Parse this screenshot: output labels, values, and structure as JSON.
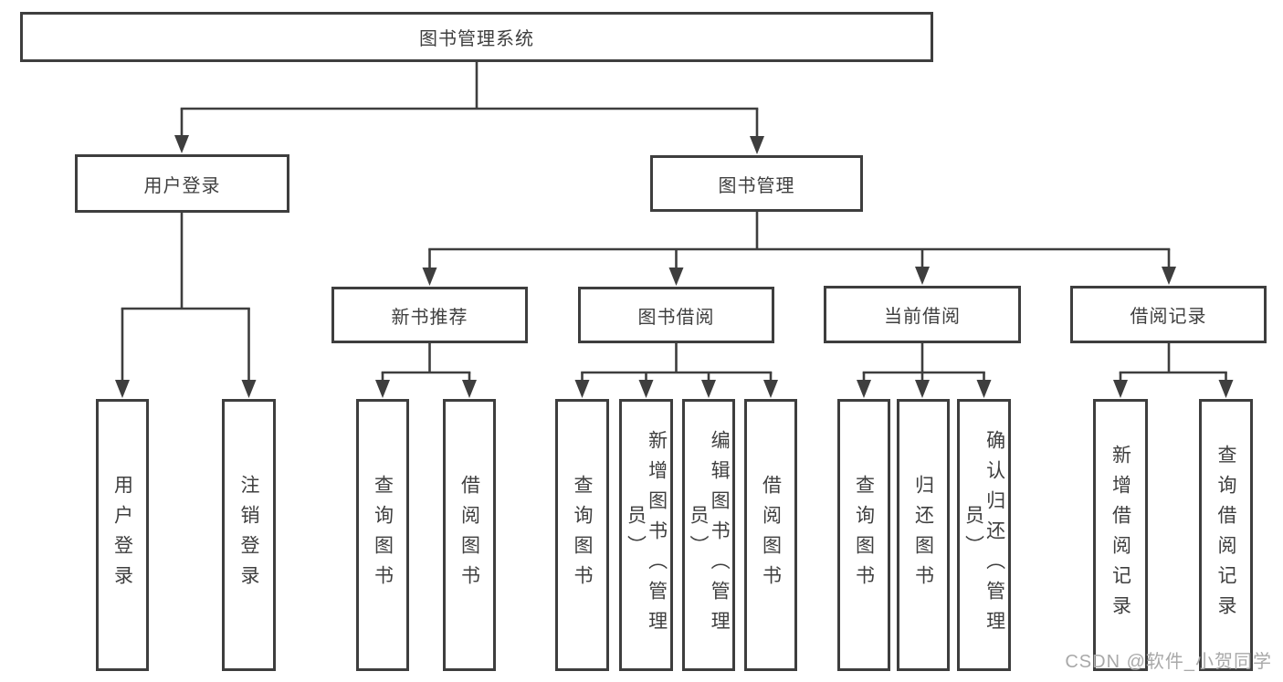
{
  "diagram": {
    "root": {
      "label": "图书管理系统"
    },
    "children": [
      {
        "label": "用户登录",
        "children": [
          {
            "label": "用户登录"
          },
          {
            "label": "注销登录"
          }
        ]
      },
      {
        "label": "图书管理",
        "children": [
          {
            "label": "新书推荐",
            "children": [
              {
                "label": "查询图书"
              },
              {
                "label": "借阅图书"
              }
            ]
          },
          {
            "label": "图书借阅",
            "children": [
              {
                "label": "查询图书"
              },
              {
                "label": "新增图书（管理员）"
              },
              {
                "label": "编辑图书（管理员）"
              },
              {
                "label": "借阅图书"
              }
            ]
          },
          {
            "label": "当前借阅",
            "children": [
              {
                "label": "查询图书"
              },
              {
                "label": "归还图书"
              },
              {
                "label": "确认归还（管理员）"
              }
            ]
          },
          {
            "label": "借阅记录",
            "children": [
              {
                "label": "新增借阅记录"
              },
              {
                "label": "查询借阅记录"
              }
            ]
          }
        ]
      }
    ]
  },
  "watermark": {
    "text": "CSDN @软件_小贺同学"
  },
  "colors": {
    "line": "#3e3e3e",
    "node_border": "#3e3e3e",
    "node_background": "#ffffff",
    "text": "#3f3f3f",
    "watermark": "#a9a9a9"
  }
}
